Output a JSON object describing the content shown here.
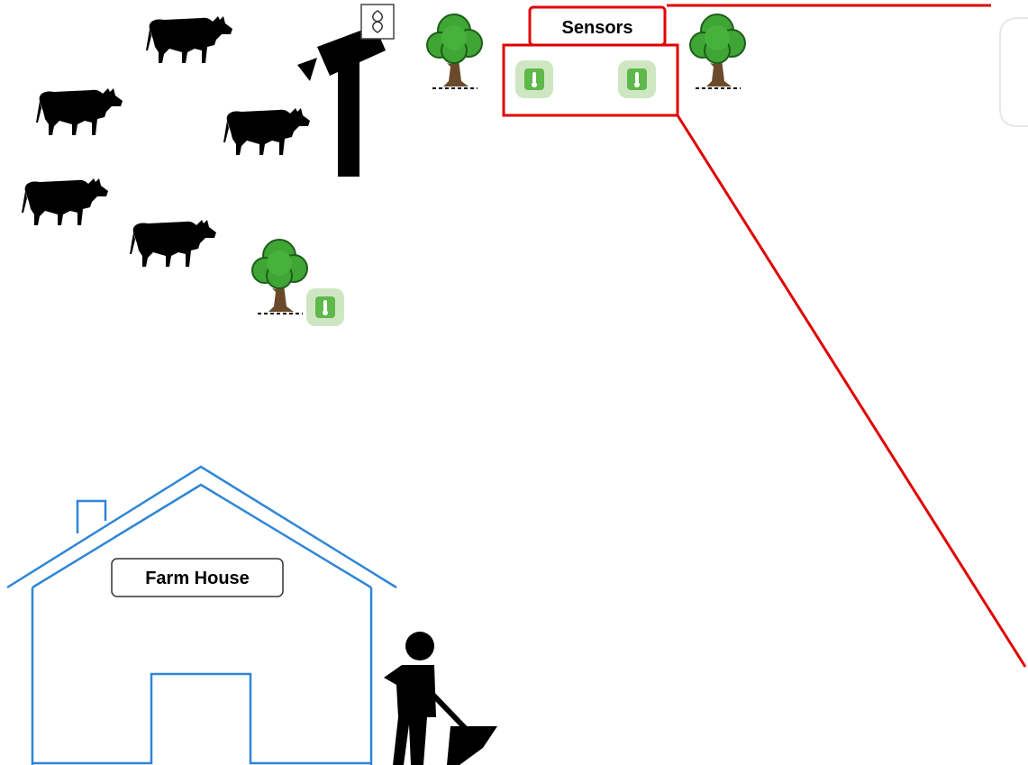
{
  "labels": {
    "sensors": "Sensors",
    "farm_house": "Farm House"
  },
  "icons": {
    "cow": "cow-silhouette-icon",
    "tree": "tree-icon",
    "sensor": "thermometer-sensor-icon",
    "camera": "pole-camera-icon",
    "fan": "fan-icon",
    "farmer": "farmer-with-shovel-icon",
    "house": "farm-house-outline"
  },
  "colors": {
    "highlight": "#e00000",
    "house_outline": "#2f86d6",
    "sensor_green": "#5fb84a",
    "sensor_bg": "#cfe6c3",
    "tree_green": "#3fa535",
    "trunk": "#6b4a2b"
  }
}
